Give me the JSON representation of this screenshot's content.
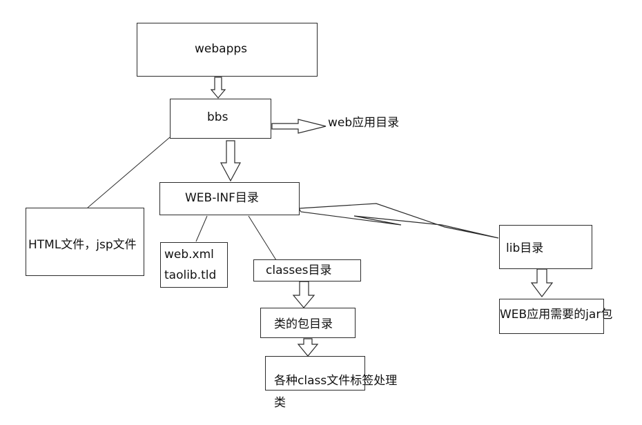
{
  "nodes": {
    "webapps": "webapps",
    "bbs": "bbs",
    "web_app_dir": "web应用目录",
    "html_jsp": "HTML文件，jsp文件",
    "web_inf": "WEB-INF目录",
    "web_xml": "web.xml",
    "taolib_tld": "taolib.tld",
    "classes": "classes目录",
    "class_package": "类的包目录",
    "class_files": "各种class文件标签处理类",
    "lib_dir": "lib目录",
    "jar_pkg": "WEB应用需要的jar包"
  },
  "colors": {
    "line": "#2a2a2a",
    "background": "#ffffff",
    "text": "#111111"
  }
}
